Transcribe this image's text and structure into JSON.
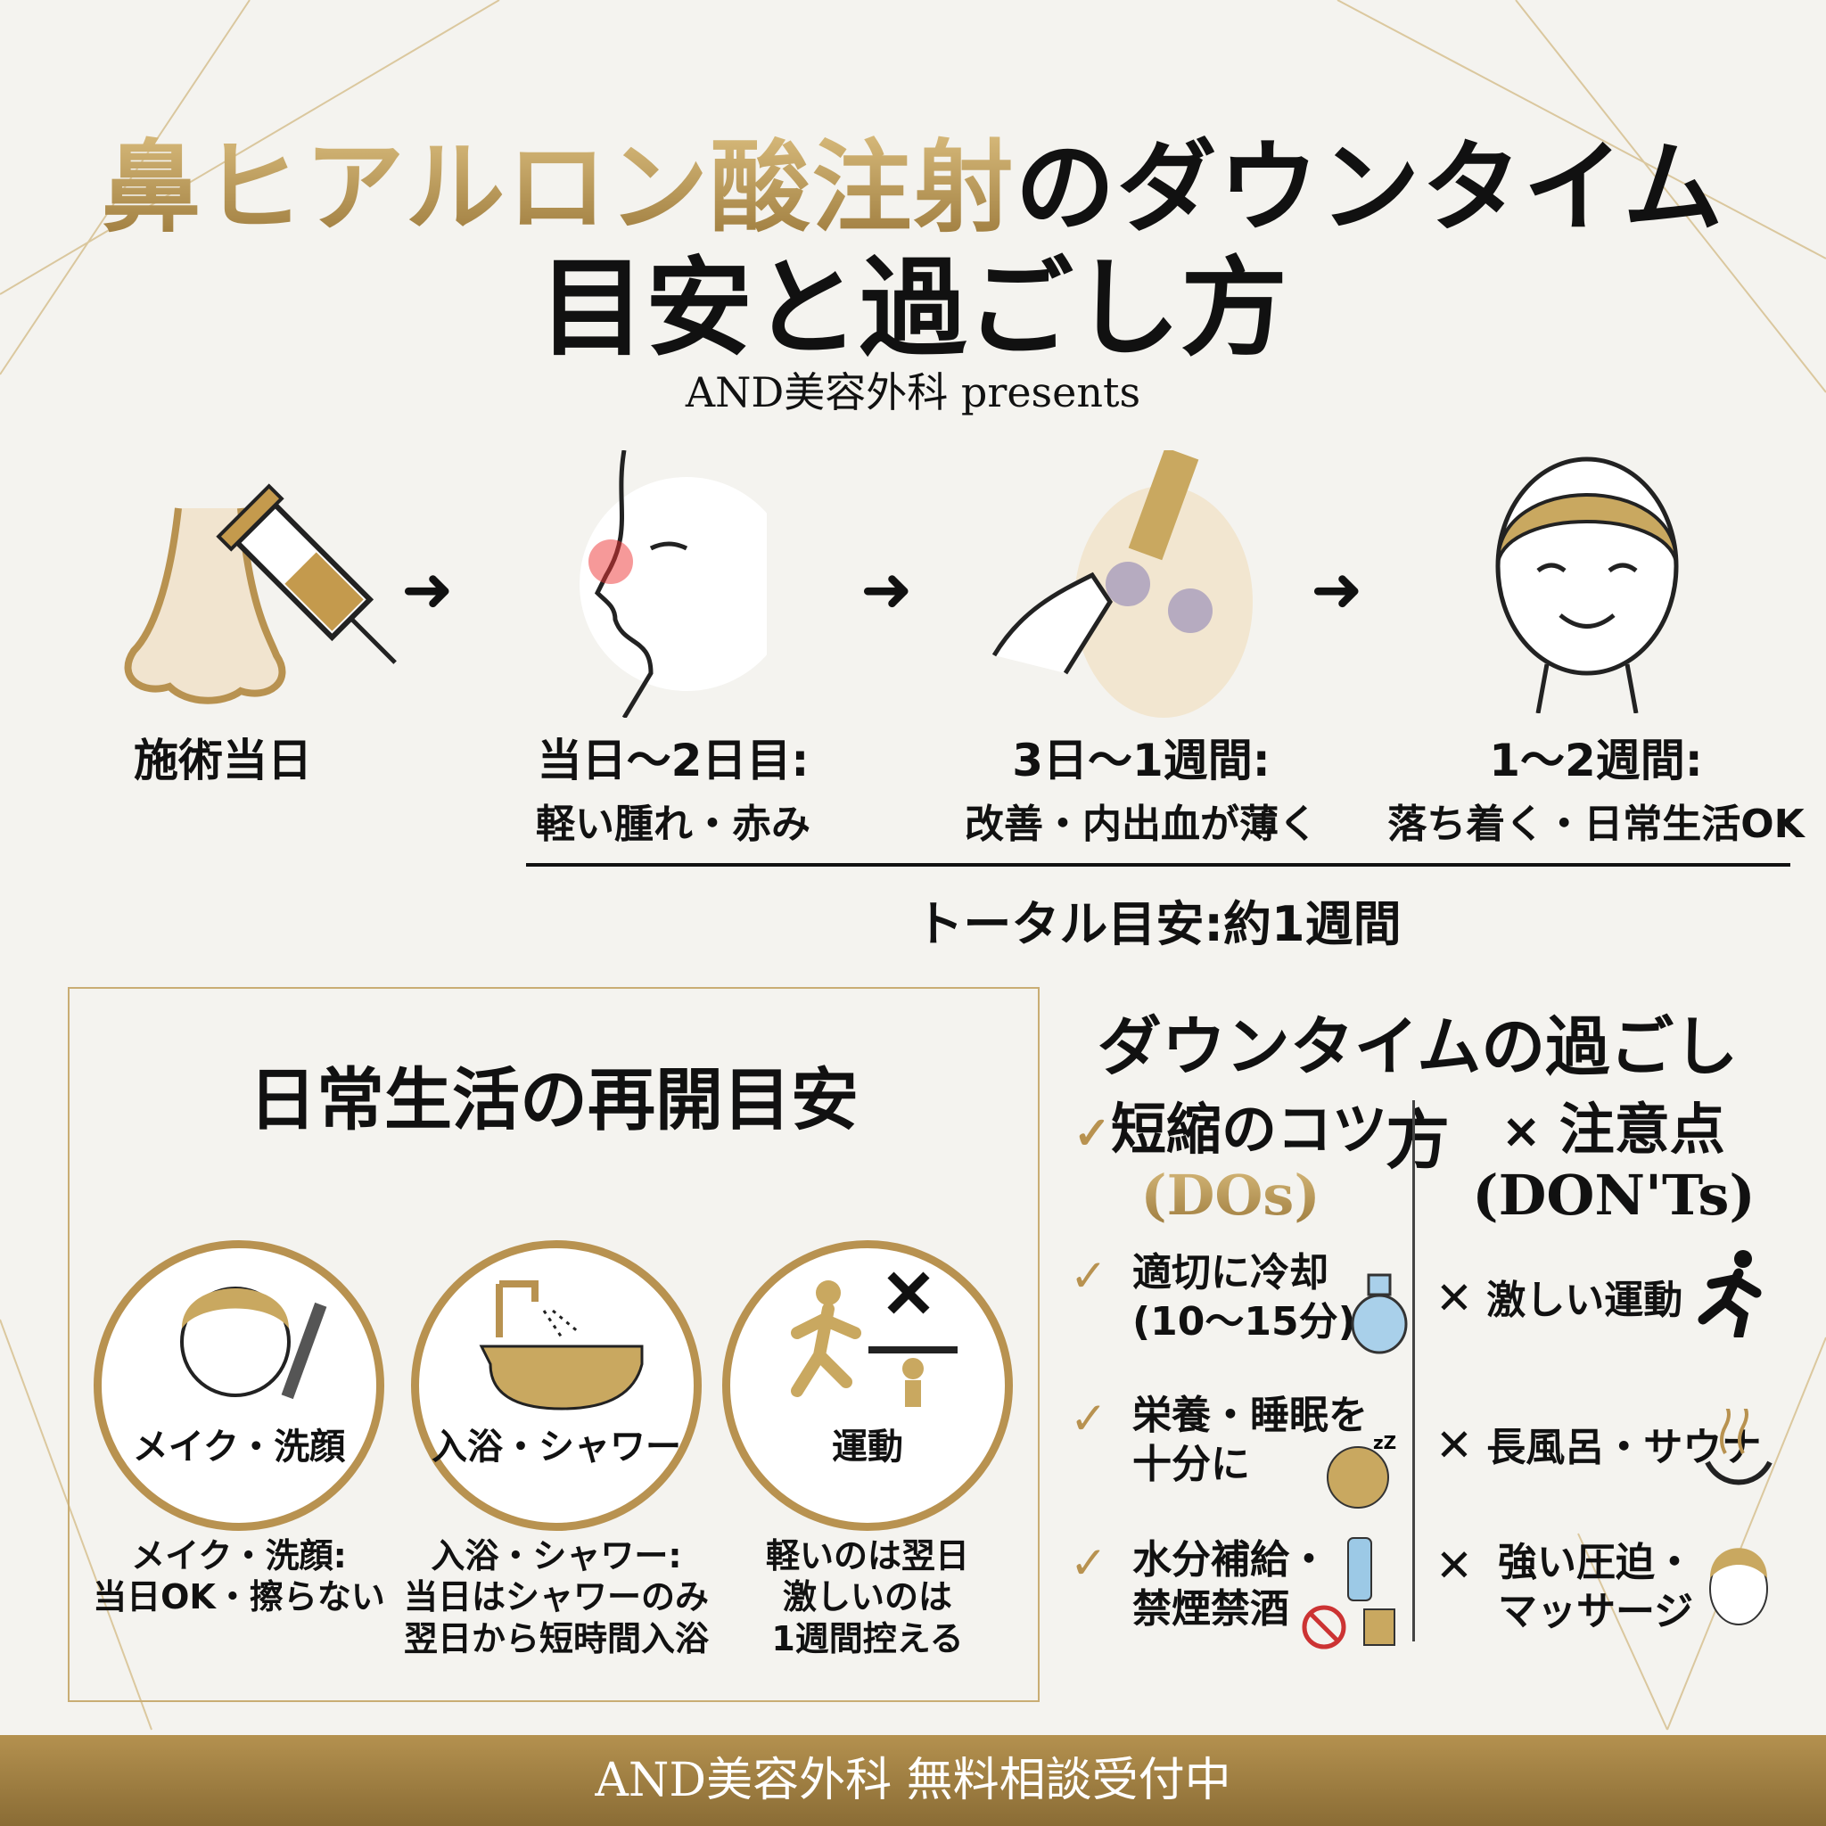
{
  "title": {
    "line1_gold": "鼻ヒアルロン酸注射",
    "line1_black": "のダウンタイム",
    "line2": "目安と過ごし方",
    "presents": "AND美容外科 presents"
  },
  "timeline": {
    "arrow": "➜",
    "steps": [
      {
        "label": "施術当日",
        "sub": "",
        "icon": "syringe-nose-icon"
      },
      {
        "label": "当日〜2日目:",
        "sub": "軽い腫れ・赤み",
        "icon": "swollen-face-icon"
      },
      {
        "label": "3日〜1週間:",
        "sub": "改善・内出血が薄く",
        "icon": "concealer-face-icon"
      },
      {
        "label": "1〜2週間:",
        "sub": "落ち着く・日常生活OK",
        "icon": "smiling-face-icon"
      }
    ],
    "total": "トータル目安:約1週間"
  },
  "resume": {
    "heading": "日常生活の再開目安",
    "items": [
      {
        "label": "メイク・洗顔",
        "caption": [
          "メイク・洗顔:",
          "当日OK・擦らない"
        ],
        "icon": "face-wash-icon"
      },
      {
        "label": "入浴・シャワー",
        "caption": [
          "入浴・シャワー:",
          "当日はシャワーのみ",
          "翌日から短時間入浴"
        ],
        "icon": "bathtub-icon"
      },
      {
        "label": "運動",
        "caption": [
          "軽いのは翌日",
          "激しいのは",
          "1週間控える"
        ],
        "icon": "exercise-icon"
      }
    ]
  },
  "downtime": {
    "heading": "ダウンタイムの過ごし方",
    "dos": {
      "title": "短縮のコツ",
      "sub": "(DOs)",
      "items": [
        [
          "適切に冷却",
          "(10〜15分)"
        ],
        [
          "栄養・睡眠を",
          "十分に"
        ],
        [
          "水分補給・",
          "禁煙禁酒"
        ]
      ]
    },
    "donts": {
      "title": "注意点",
      "sub": "(DON'Ts)",
      "items": [
        [
          "激しい運動"
        ],
        [
          "長風呂・サウナ"
        ],
        [
          "強い圧迫・",
          "マッサージ"
        ]
      ]
    },
    "check": "✓",
    "cross": "✕"
  },
  "footer": {
    "text": "AND美容外科 無料相談受付中"
  },
  "colors": {
    "gold": "#b89250",
    "background": "#f4f3ef",
    "text": "#111111"
  }
}
